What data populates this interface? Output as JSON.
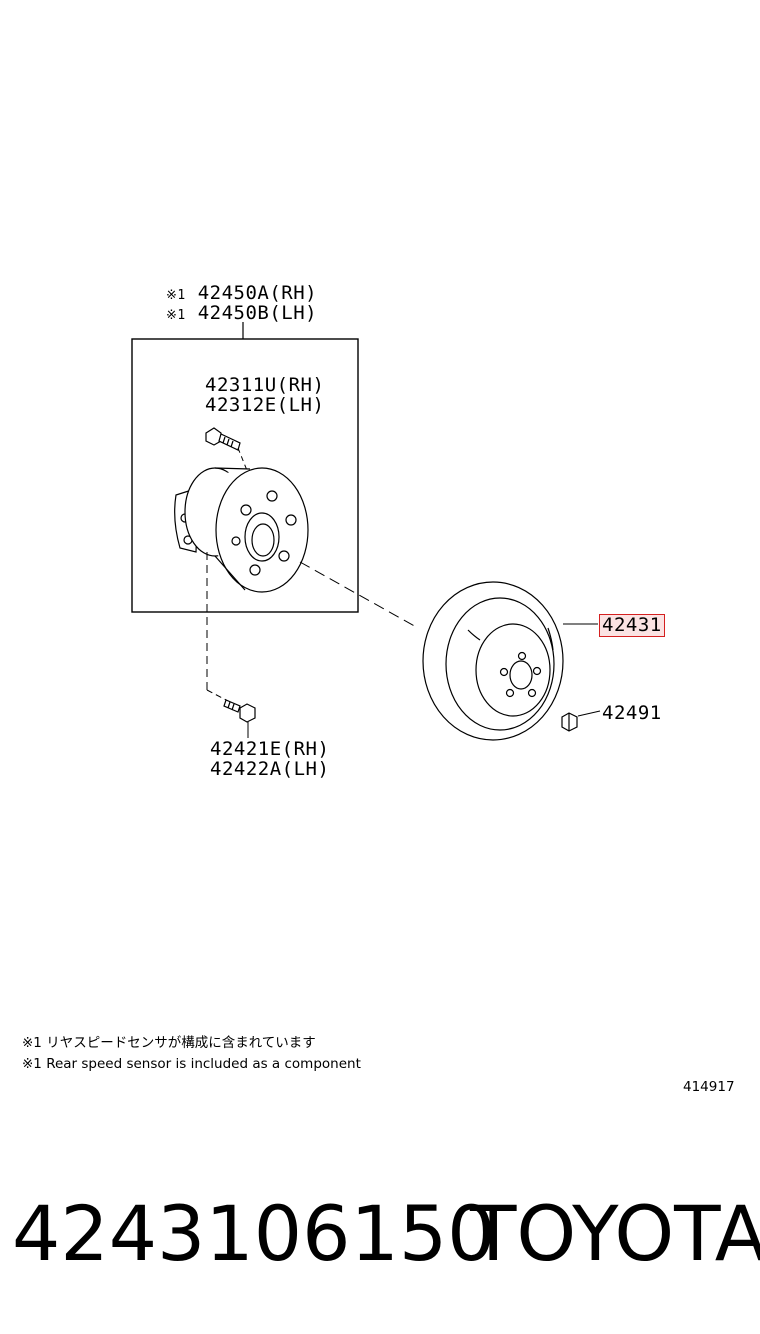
{
  "labels": {
    "assembly_rh": "42450A(RH)",
    "assembly_lh": "42450B(LH)",
    "assembly_mark": "※1",
    "hub_bolt_rh": "42311U(RH)",
    "hub_bolt_lh": "42312E(LH)",
    "mount_bolt_rh": "42421E(RH)",
    "mount_bolt_lh": "42422A(LH)",
    "disc": "42431",
    "screw": "42491"
  },
  "highlight_color": "#d42020",
  "notes": {
    "jp": "※1 リヤスピードセンサが構成に含まれています",
    "en": "※1 Rear speed sensor is included as a component"
  },
  "diagram_id": "414917",
  "footer": {
    "part_number": "4243106150",
    "brand": "TOYOTA"
  }
}
